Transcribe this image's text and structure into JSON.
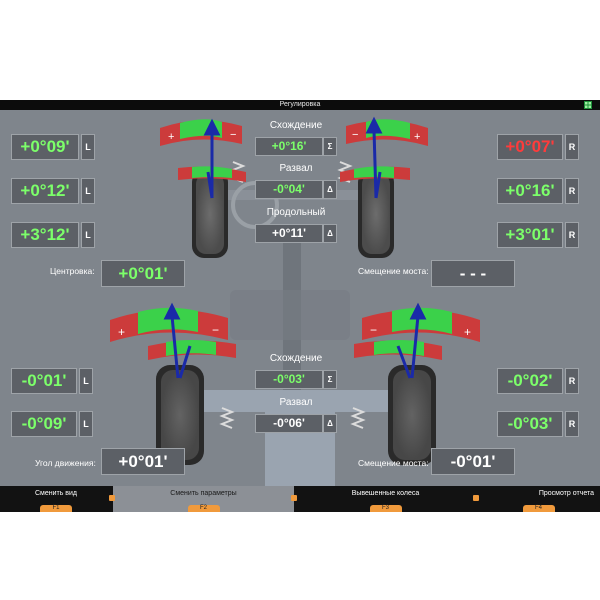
{
  "window": {
    "title": "Регулировка",
    "icon": "grid-icon"
  },
  "front": {
    "left": [
      {
        "value": "+0°09'",
        "side": "L",
        "status": "ok"
      },
      {
        "value": "+0°12'",
        "side": "L",
        "status": "ok"
      },
      {
        "value": "+3°12'",
        "side": "L",
        "status": "ok"
      }
    ],
    "right": [
      {
        "value": "+0°07'",
        "side": "R",
        "status": "out"
      },
      {
        "value": "+0°16'",
        "side": "R",
        "status": "ok"
      },
      {
        "value": "+3°01'",
        "side": "R",
        "status": "ok"
      }
    ],
    "toe_label": "Схождение",
    "toe_total": "+0°16'",
    "toe_symbol": "Σ",
    "camber_label": "Развал",
    "camber_diff": "-0°04'",
    "camber_symbol": "Δ",
    "caster_label": "Продольный",
    "caster_diff": "+0°11'",
    "caster_symbol": "Δ",
    "centering_label": "Центровка:",
    "centering_value": "+0°01'",
    "setback_label": "Смещение моста:",
    "setback_value": "- - -"
  },
  "rear": {
    "left": [
      {
        "value": "-0°01'",
        "side": "L",
        "status": "ok"
      },
      {
        "value": "-0°09'",
        "side": "L",
        "status": "ok"
      }
    ],
    "right": [
      {
        "value": "-0°02'",
        "side": "R",
        "status": "ok"
      },
      {
        "value": "-0°03'",
        "side": "R",
        "status": "ok"
      }
    ],
    "toe_label": "Схождение",
    "toe_total": "-0°03'",
    "toe_symbol": "Σ",
    "camber_label": "Развал",
    "camber_diff": "-0°06'",
    "camber_symbol": "Δ",
    "thrust_label": "Угол движения:",
    "thrust_value": "+0°01'",
    "setback_label": "Смещение моста:",
    "setback_value": "-0°01'"
  },
  "fkeys": [
    {
      "label": "Сменить вид",
      "key": "F1",
      "active": false
    },
    {
      "label": "Сменить параметры",
      "key": "F2",
      "active": true
    },
    {
      "label": "Вывешенные колеса",
      "key": "F3",
      "active": false
    },
    {
      "label": "Просмотр отчета",
      "key": "F4",
      "active": false
    }
  ],
  "colors": {
    "ok": "#7cff6a",
    "out": "#ff3b3b",
    "panel": "#5c6066",
    "background": "#7f858c",
    "accent": "#f09a3c"
  }
}
